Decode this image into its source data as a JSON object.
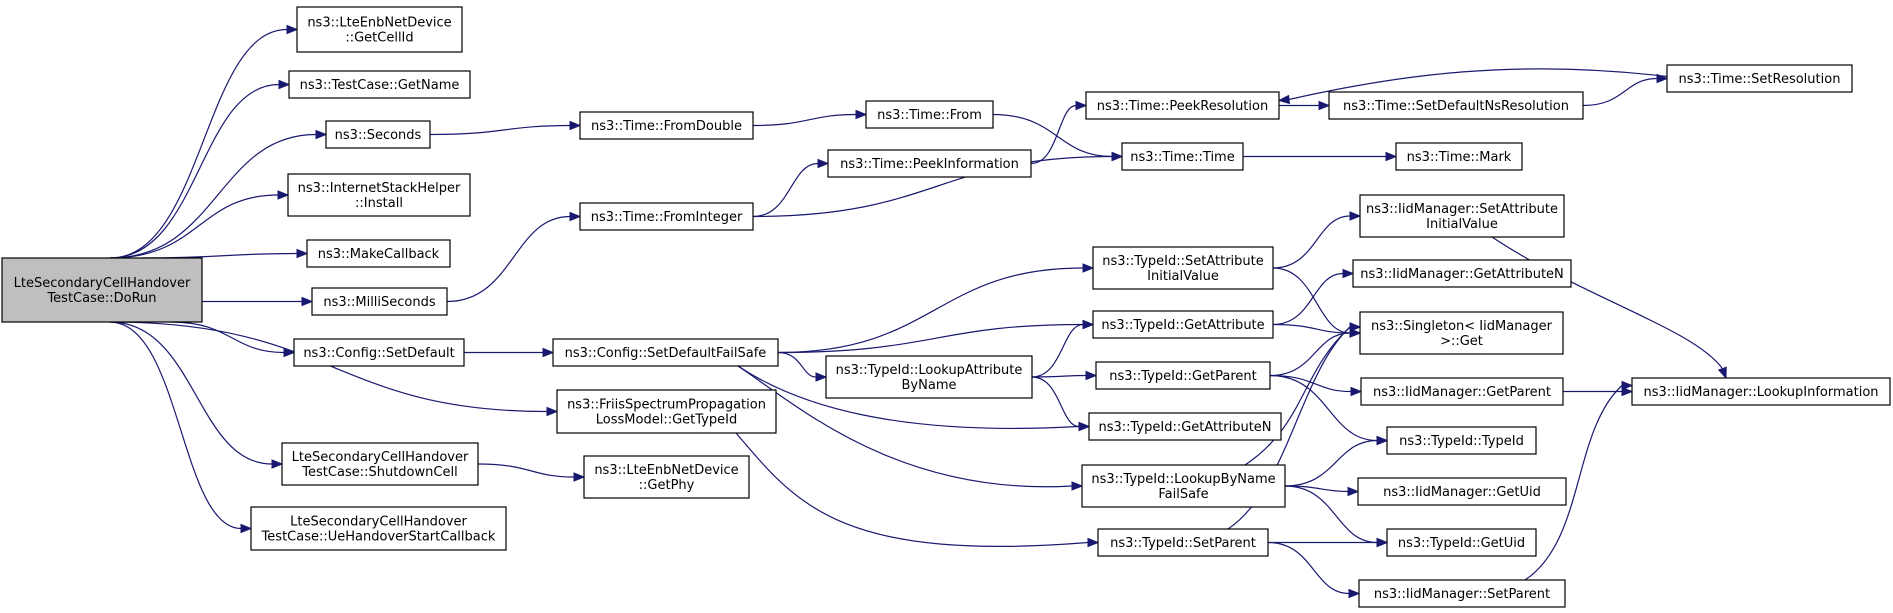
{
  "nodes": [
    {
      "id": "root",
      "lines": [
        "LteSecondaryCellHandover",
        "TestCase::DoRun"
      ],
      "root": true
    },
    {
      "id": "getcellid",
      "lines": [
        "ns3::LteEnbNetDevice",
        "::GetCellId"
      ]
    },
    {
      "id": "getname",
      "lines": [
        "ns3::TestCase::GetName"
      ]
    },
    {
      "id": "seconds",
      "lines": [
        "ns3::Seconds"
      ]
    },
    {
      "id": "install",
      "lines": [
        "ns3::InternetStackHelper",
        "::Install"
      ]
    },
    {
      "id": "makecallback",
      "lines": [
        "ns3::MakeCallback"
      ]
    },
    {
      "id": "milliseconds",
      "lines": [
        "ns3::MilliSeconds"
      ]
    },
    {
      "id": "setdefault",
      "lines": [
        "ns3::Config::SetDefault"
      ]
    },
    {
      "id": "friis",
      "lines": [
        "ns3::FriisSpectrumPropagation",
        "LossModel::GetTypeId"
      ]
    },
    {
      "id": "shutdown",
      "lines": [
        "LteSecondaryCellHandover",
        "TestCase::ShutdownCell"
      ]
    },
    {
      "id": "uehandover",
      "lines": [
        "LteSecondaryCellHandover",
        "TestCase::UeHandoverStartCallback"
      ]
    },
    {
      "id": "fromdouble",
      "lines": [
        "ns3::Time::FromDouble"
      ]
    },
    {
      "id": "frominteger",
      "lines": [
        "ns3::Time::FromInteger"
      ]
    },
    {
      "id": "setdefaultfailsafe",
      "lines": [
        "ns3::Config::SetDefaultFailSafe"
      ]
    },
    {
      "id": "getphy",
      "lines": [
        "ns3::LteEnbNetDevice",
        "::GetPhy"
      ]
    },
    {
      "id": "timefrom",
      "lines": [
        "ns3::Time::From"
      ]
    },
    {
      "id": "peekinfo",
      "lines": [
        "ns3::Time::PeekInformation"
      ]
    },
    {
      "id": "lookupattr",
      "lines": [
        "ns3::TypeId::LookupAttribute",
        "ByName"
      ]
    },
    {
      "id": "peekres",
      "lines": [
        "ns3::Time::PeekResolution"
      ]
    },
    {
      "id": "timetime",
      "lines": [
        "ns3::Time::Time"
      ]
    },
    {
      "id": "setattrinit",
      "lines": [
        "ns3::TypeId::SetAttribute",
        "InitialValue"
      ]
    },
    {
      "id": "getattribute",
      "lines": [
        "ns3::TypeId::GetAttribute"
      ]
    },
    {
      "id": "getparent",
      "lines": [
        "ns3::TypeId::GetParent"
      ]
    },
    {
      "id": "getattributen",
      "lines": [
        "ns3::TypeId::GetAttributeN"
      ]
    },
    {
      "id": "lookupbyname",
      "lines": [
        "ns3::TypeId::LookupByName",
        "FailSafe"
      ]
    },
    {
      "id": "setparent",
      "lines": [
        "ns3::TypeId::SetParent"
      ]
    },
    {
      "id": "setdefaultns",
      "lines": [
        "ns3::Time::SetDefaultNsResolution"
      ]
    },
    {
      "id": "mark",
      "lines": [
        "ns3::Time::Mark"
      ]
    },
    {
      "id": "iid_setattrinit",
      "lines": [
        "ns3::IidManager::SetAttribute",
        "InitialValue"
      ]
    },
    {
      "id": "iid_getattrn",
      "lines": [
        "ns3::IidManager::GetAttributeN"
      ]
    },
    {
      "id": "singleton",
      "lines": [
        "ns3::Singleton< IidManager",
        ">::Get"
      ]
    },
    {
      "id": "iid_getparent",
      "lines": [
        "ns3::IidManager::GetParent"
      ]
    },
    {
      "id": "typeid_typeid",
      "lines": [
        "ns3::TypeId::TypeId"
      ]
    },
    {
      "id": "iid_getuid",
      "lines": [
        "ns3::IidManager::GetUid"
      ]
    },
    {
      "id": "typeid_getuid",
      "lines": [
        "ns3::TypeId::GetUid"
      ]
    },
    {
      "id": "iid_setparent",
      "lines": [
        "ns3::IidManager::SetParent"
      ]
    },
    {
      "id": "setresolution",
      "lines": [
        "ns3::Time::SetResolution"
      ]
    },
    {
      "id": "lookupinfo",
      "lines": [
        "ns3::IidManager::LookupInformation"
      ]
    }
  ],
  "edges": [
    [
      "root",
      "getcellid"
    ],
    [
      "root",
      "getname"
    ],
    [
      "root",
      "seconds"
    ],
    [
      "root",
      "install"
    ],
    [
      "root",
      "makecallback"
    ],
    [
      "root",
      "milliseconds"
    ],
    [
      "root",
      "setdefault"
    ],
    [
      "root",
      "friis"
    ],
    [
      "root",
      "shutdown"
    ],
    [
      "root",
      "uehandover"
    ],
    [
      "seconds",
      "fromdouble"
    ],
    [
      "milliseconds",
      "frominteger"
    ],
    [
      "setdefault",
      "setdefaultfailsafe"
    ],
    [
      "friis",
      "setparent"
    ],
    [
      "shutdown",
      "getphy"
    ],
    [
      "fromdouble",
      "timefrom"
    ],
    [
      "frominteger",
      "peekinfo"
    ],
    [
      "frominteger",
      "timetime"
    ],
    [
      "timefrom",
      "timetime"
    ],
    [
      "peekinfo",
      "peekres"
    ],
    [
      "peekres",
      "setdefaultns"
    ],
    [
      "setdefaultns",
      "setresolution"
    ],
    [
      "setresolution",
      "peekres"
    ],
    [
      "timetime",
      "mark"
    ],
    [
      "setdefaultfailsafe",
      "setattrinit"
    ],
    [
      "setdefaultfailsafe",
      "getattribute"
    ],
    [
      "setdefaultfailsafe",
      "lookupattr"
    ],
    [
      "setdefaultfailsafe",
      "getattributen"
    ],
    [
      "setdefaultfailsafe",
      "lookupbyname"
    ],
    [
      "lookupattr",
      "getattribute"
    ],
    [
      "lookupattr",
      "getparent"
    ],
    [
      "lookupattr",
      "getattributen"
    ],
    [
      "setattrinit",
      "iid_setattrinit"
    ],
    [
      "setattrinit",
      "singleton"
    ],
    [
      "getattribute",
      "iid_getattrn"
    ],
    [
      "getattribute",
      "singleton"
    ],
    [
      "getparent",
      "singleton"
    ],
    [
      "getparent",
      "iid_getparent"
    ],
    [
      "getparent",
      "typeid_typeid"
    ],
    [
      "lookupbyname",
      "singleton"
    ],
    [
      "lookupbyname",
      "typeid_typeid"
    ],
    [
      "lookupbyname",
      "iid_getuid"
    ],
    [
      "lookupbyname",
      "typeid_getuid"
    ],
    [
      "setparent",
      "singleton"
    ],
    [
      "setparent",
      "typeid_getuid"
    ],
    [
      "setparent",
      "iid_setparent"
    ],
    [
      "iid_setattrinit",
      "lookupinfo"
    ],
    [
      "iid_getparent",
      "lookupinfo"
    ],
    [
      "iid_setparent",
      "lookupinfo"
    ]
  ]
}
